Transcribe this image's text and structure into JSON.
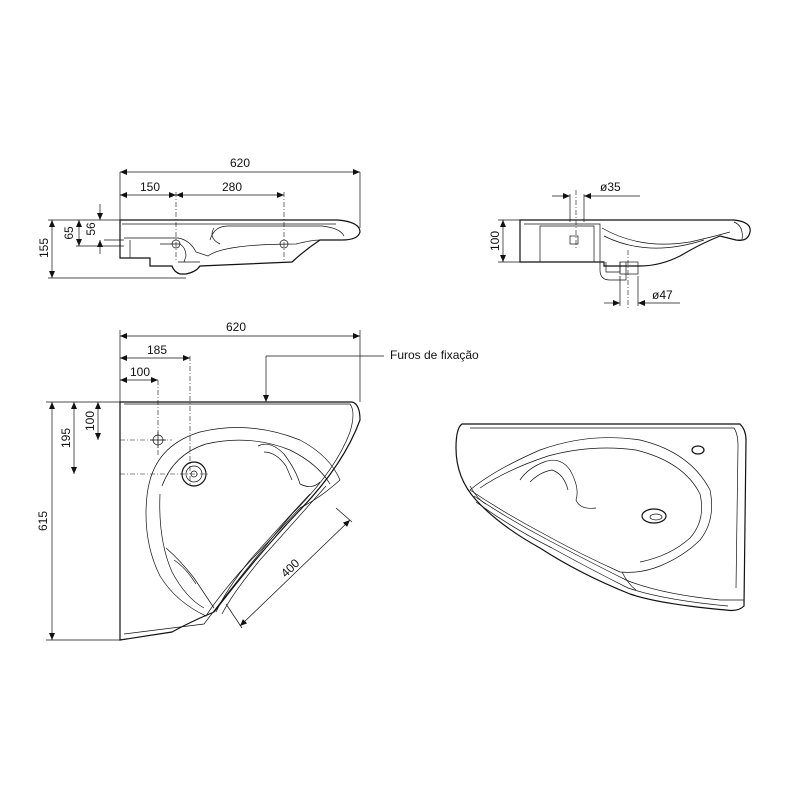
{
  "dimensions": {
    "front_total_width": "620",
    "front_offset_150": "150",
    "front_offset_280": "280",
    "front_height_155": "155",
    "front_height_65": "65",
    "front_height_56": "56",
    "side_height_100": "100",
    "side_dia_35": "ø35",
    "side_dia_47": "ø47",
    "plan_width_620": "620",
    "plan_offset_185": "185",
    "plan_offset_100_h": "100",
    "plan_depth_195": "195",
    "plan_depth_100_v": "100",
    "plan_depth_615": "615",
    "plan_front_400": "400"
  },
  "labels": {
    "mounting_holes": "Furos de fixação"
  }
}
